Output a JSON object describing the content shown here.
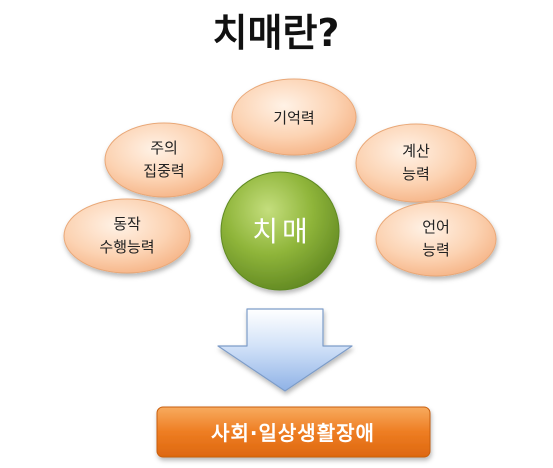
{
  "title": "치매란?",
  "center": {
    "label": "치매",
    "color": "#86ad33"
  },
  "abilities": [
    {
      "id": "memory",
      "lines": [
        "기억력"
      ]
    },
    {
      "id": "attention",
      "lines": [
        "주의",
        "집중력"
      ]
    },
    {
      "id": "calculation",
      "lines": [
        "계산",
        "능력"
      ]
    },
    {
      "id": "motor",
      "lines": [
        "동작",
        "수행능력"
      ]
    },
    {
      "id": "language",
      "lines": [
        "언어",
        "능력"
      ]
    }
  ],
  "result": {
    "label": "사회·일상생활장애",
    "color": "#ee7a1e"
  },
  "colors": {
    "petal_fill": "#fcd0ae",
    "petal_stroke": "#e9a878",
    "arrow_fill": "#a9c6ef",
    "arrow_stroke": "#7d9cc8"
  }
}
